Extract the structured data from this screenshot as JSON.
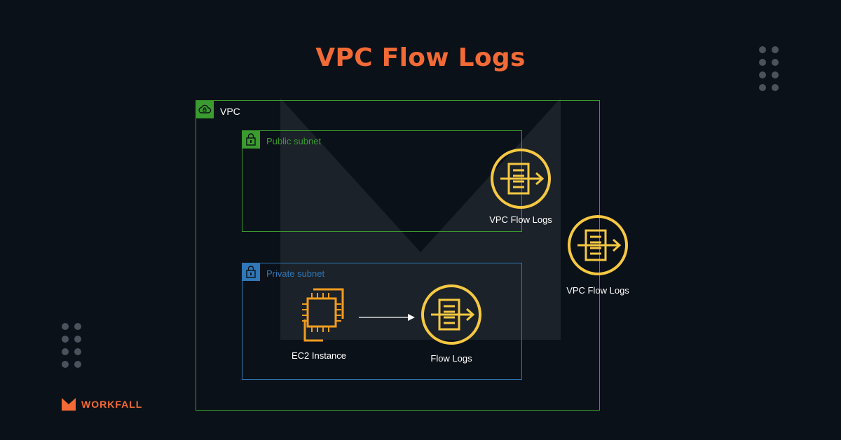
{
  "title": "VPC Flow Logs",
  "vpc": {
    "label": "VPC",
    "icon": "cloud-lock-icon"
  },
  "public_subnet": {
    "label": "Public subnet",
    "icon": "lock-icon"
  },
  "private_subnet": {
    "label": "Private subnet",
    "icon": "lock-icon"
  },
  "nodes": {
    "public_flow_logs": "VPC Flow Logs",
    "vpc_flow_logs": "VPC Flow Logs",
    "ec2_instance": "EC2 Instance",
    "flow_logs": "Flow Logs"
  },
  "brand": {
    "name": "WORKFALL"
  },
  "colors": {
    "background": "#0b1118",
    "accent": "#f26a36",
    "vpc_green": "#3a9b2e",
    "private_blue": "#2f77b7",
    "flow_logs_gold": "#f5c842",
    "ec2_orange": "#f29c1f"
  }
}
